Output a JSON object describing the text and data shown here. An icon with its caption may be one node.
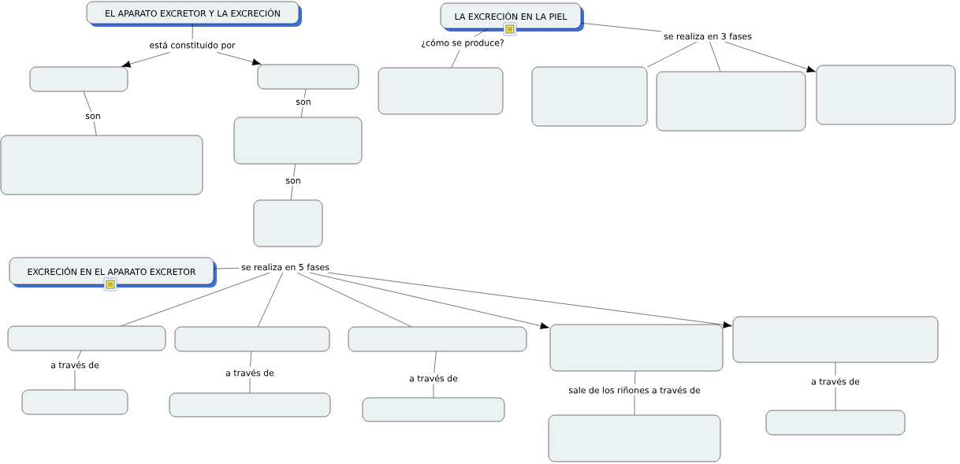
{
  "diagram": {
    "nodes": [
      {
        "text": [
          "EL APARATO EXCRETOR Y LA EXCRECIÓN"
        ]
      },
      {
        "text": [
          "está constituido por"
        ]
      },
      {
        "text": [],
        "shape": "box"
      },
      {
        "text": [],
        "shape": "box"
      },
      {
        "text": [
          "son"
        ]
      },
      {
        "text": [
          "son"
        ]
      },
      {
        "text": [],
        "shape": "box"
      },
      {
        "text": [],
        "shape": "box"
      },
      {
        "text": [
          "son"
        ]
      },
      {
        "text": [],
        "shape": "box"
      },
      {
        "text": [
          "LA EXCRECIÓN EN LA PIEL"
        ]
      },
      {
        "text": [
          "¿cómo se produce?"
        ]
      },
      {
        "text": [
          "se realiza en 3 fases"
        ]
      },
      {
        "text": [],
        "shape": "box"
      },
      {
        "text": [],
        "shape": "box"
      },
      {
        "text": [],
        "shape": "box"
      },
      {
        "text": [],
        "shape": "box"
      },
      {
        "text": [
          "EXCRECIÓN EN EL APARATO EXCRETOR"
        ]
      },
      {
        "text": [
          "se realiza en 5 fases"
        ]
      },
      {
        "text": [],
        "shape": "box"
      },
      {
        "text": [],
        "shape": "box"
      },
      {
        "text": [],
        "shape": "box"
      },
      {
        "text": [],
        "shape": "box"
      },
      {
        "text": [],
        "shape": "box"
      },
      {
        "text": [
          "a través de"
        ]
      },
      {
        "text": [
          "a través de"
        ]
      },
      {
        "text": [
          "a través de"
        ]
      },
      {
        "text": [
          "sale de los riñones a través de"
        ]
      },
      {
        "text": [
          "a través de"
        ]
      },
      {
        "text": [],
        "shape": "box"
      },
      {
        "text": [],
        "shape": "box"
      },
      {
        "text": [],
        "shape": "box"
      },
      {
        "text": [],
        "shape": "box"
      },
      {
        "text": [],
        "shape": "box"
      }
    ],
    "edges": [
      {
        "from": 0,
        "to": 1,
        "arrow": "none"
      },
      {
        "from": 1,
        "to": 2,
        "arrow": "to"
      },
      {
        "from": 1,
        "to": 3,
        "arrow": "to"
      },
      {
        "from": 2,
        "to": 4,
        "arrow": "none"
      },
      {
        "from": 4,
        "to": 6,
        "arrow": "none"
      },
      {
        "from": 3,
        "to": 5,
        "arrow": "none"
      },
      {
        "from": 5,
        "to": 7,
        "arrow": "none"
      },
      {
        "from": 7,
        "to": 8,
        "arrow": "none"
      },
      {
        "from": 8,
        "to": 9,
        "arrow": "none"
      },
      {
        "from": 10,
        "to": 11,
        "arrow": "none"
      },
      {
        "from": 11,
        "to": 13,
        "arrow": "none"
      },
      {
        "from": 10,
        "to": 12,
        "arrow": "none"
      },
      {
        "from": 12,
        "to": 14,
        "arrow": "none"
      },
      {
        "from": 12,
        "to": 15,
        "arrow": "none"
      },
      {
        "from": 12,
        "to": 16,
        "arrow": "to"
      },
      {
        "from": 17,
        "to": 18,
        "arrow": "none"
      },
      {
        "from": 18,
        "to": 19,
        "arrow": "none"
      },
      {
        "from": 18,
        "to": 20,
        "arrow": "none"
      },
      {
        "from": 18,
        "to": 21,
        "arrow": "none"
      },
      {
        "from": 18,
        "to": 22,
        "arrow": "to"
      },
      {
        "from": 18,
        "to": 23,
        "arrow": "to"
      },
      {
        "from": 19,
        "to": 24,
        "arrow": "none"
      },
      {
        "from": 24,
        "to": 29,
        "arrow": "none"
      },
      {
        "from": 20,
        "to": 25,
        "arrow": "none"
      },
      {
        "from": 25,
        "to": 30,
        "arrow": "none"
      },
      {
        "from": 21,
        "to": 26,
        "arrow": "none"
      },
      {
        "from": 26,
        "to": 31,
        "arrow": "none"
      },
      {
        "from": 22,
        "to": 27,
        "arrow": "none"
      },
      {
        "from": 27,
        "to": 32,
        "arrow": "none"
      },
      {
        "from": 23,
        "to": 28,
        "arrow": "none"
      },
      {
        "from": 28,
        "to": 33,
        "arrow": "none"
      }
    ]
  }
}
